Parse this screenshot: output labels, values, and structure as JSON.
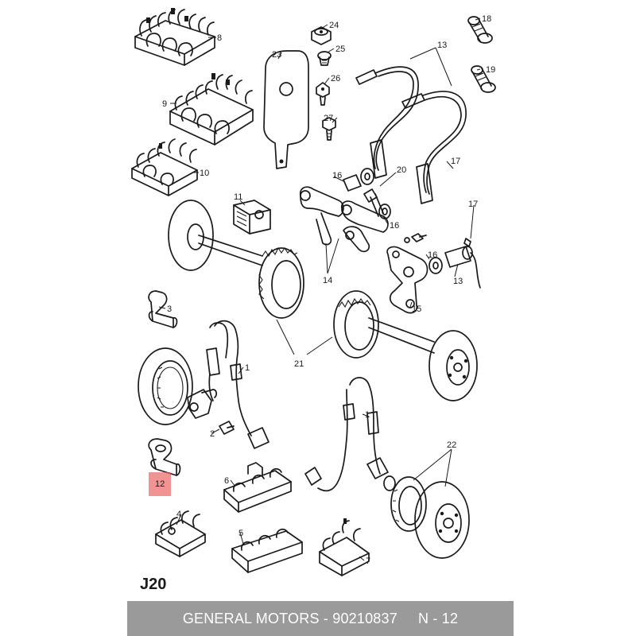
{
  "diagram": {
    "code": "J20",
    "highlighted_callout": "12",
    "callouts": {
      "c1a": "1",
      "c1b": "1",
      "c2": "2",
      "c3": "3",
      "c4": "4",
      "c5": "5",
      "c6": "6",
      "c7": "7",
      "c8": "8",
      "c9": "9",
      "c10": "10",
      "c11": "11",
      "c12": "12",
      "c13a": "13",
      "c13b": "13",
      "c14": "14",
      "c15": "15",
      "c16a": "16",
      "c16b": "16",
      "c16c": "16",
      "c17a": "17",
      "c17b": "17",
      "c18": "18",
      "c19": "19",
      "c20": "20",
      "c21": "21",
      "c22": "22",
      "c23": "23",
      "c24": "24",
      "c25": "25",
      "c26": "26",
      "c27": "27"
    }
  },
  "footer": {
    "text": "GENERAL MOTORS - 90210837     N - 12"
  },
  "colors": {
    "highlight": "#ec6060",
    "footer_background": "#9a9a9a",
    "footer_text": "#ffffff",
    "line_art": "#1a1a1a"
  }
}
